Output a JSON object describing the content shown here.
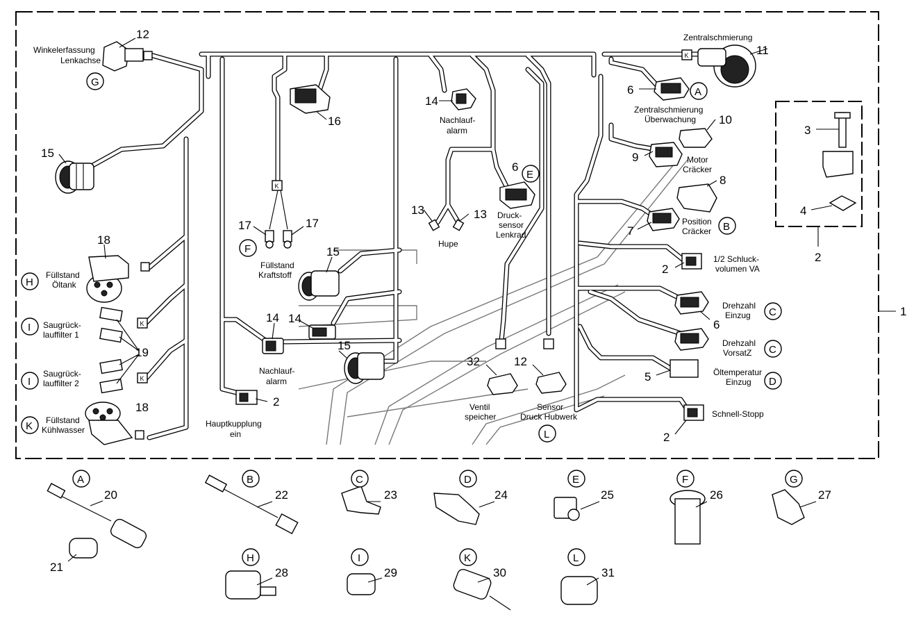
{
  "labels": {
    "winkelerfassung": [
      "Winkelerfassung",
      "Lenkachse"
    ],
    "zentralschmierung": "Zentralschmierung",
    "zentral_ueberwachung": [
      "Zentralschmierung",
      "Überwachung"
    ],
    "motor_cracker": [
      "Motor",
      "Cräcker"
    ],
    "position_cracker": [
      "Position",
      "Cräcker"
    ],
    "schluck": [
      "1/2 Schluck-",
      "volumen VA"
    ],
    "drehzahl_einzug": [
      "Drehzahl",
      "Einzug"
    ],
    "drehzahl_vorsatz": [
      "Drehzahl",
      "VorsatZ"
    ],
    "oeltemp": [
      "Öltemperatur",
      "Einzug"
    ],
    "schnellstopp": "Schnell-Stopp",
    "nachlauf_top": [
      "Nachlauf-",
      "alarm"
    ],
    "nachlauf_bottom": [
      "Nachlauf-",
      "alarm"
    ],
    "druck_lenkrad": [
      "Druck-",
      "sensor",
      "Lenkrad"
    ],
    "hupe": "Hupe",
    "fuellstand_kraftstoff": [
      "Füllstand",
      "Kraftstoff"
    ],
    "fuellstand_oeltank": [
      "Füllstand",
      "Öltank"
    ],
    "saug1": [
      "Saugrück-",
      "lauffilter 1"
    ],
    "saug2": [
      "Saugrück-",
      "lauffilter 2"
    ],
    "fuellstand_kuehl": [
      "Füllstand",
      "Kühlwasser"
    ],
    "hauptkupplung": [
      "Hauptkupplung",
      "ein"
    ],
    "ventil": [
      "Ventil",
      "speicher"
    ],
    "sensor_hubwerk": [
      "Sensor",
      "Druck Hubwerk"
    ]
  },
  "numbers": {
    "n1": "1",
    "n2a": "2",
    "n2b": "2",
    "n2c": "2",
    "n2d": "2",
    "n3": "3",
    "n4": "4",
    "n5": "5",
    "n6a": "6",
    "n6b": "6",
    "n6c": "6",
    "n7": "7",
    "n8": "8",
    "n9": "9",
    "n10": "10",
    "n11": "11",
    "n12a": "12",
    "n12b": "12",
    "n13a": "13",
    "n13b": "13",
    "n14a": "14",
    "n14b": "14",
    "n15a": "15",
    "n15b": "15",
    "n15c": "15",
    "n16": "16",
    "n17a": "17",
    "n17b": "17",
    "n18a": "18",
    "n18b": "18",
    "n19": "19",
    "n20": "20",
    "n21": "21",
    "n22": "22",
    "n23": "23",
    "n24": "24",
    "n25": "25",
    "n26": "26",
    "n27": "27",
    "n28": "28",
    "n29": "29",
    "n30": "30",
    "n31": "31",
    "n32": "32"
  },
  "circles": {
    "G": "G",
    "A": "A",
    "E": "E",
    "B": "B",
    "C1": "C",
    "C2": "C",
    "D": "D",
    "L": "L",
    "F": "F",
    "H": "H",
    "I1": "I",
    "I2": "I",
    "K": "K",
    "bA": "A",
    "bB": "B",
    "bC": "C",
    "bD": "D",
    "bE": "E",
    "bF": "F",
    "bG": "G",
    "bH": "H",
    "bI": "I",
    "bK": "K",
    "bL": "L"
  },
  "marker": "K"
}
